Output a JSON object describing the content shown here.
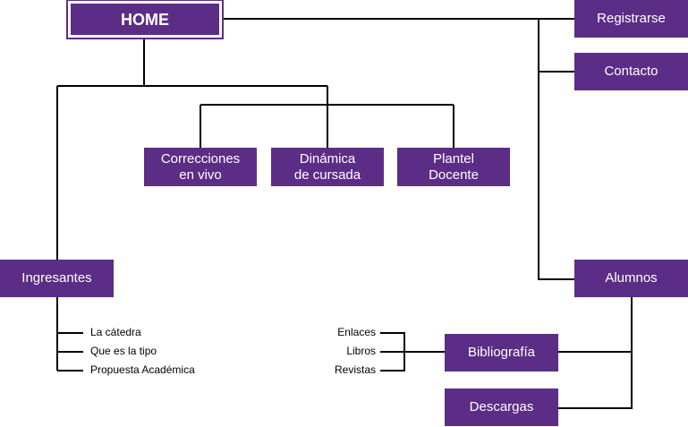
{
  "colors": {
    "node_fill": "#5c2d86",
    "node_text": "#ffffff",
    "line": "#000000"
  },
  "nodes": {
    "home": "HOME",
    "registrarse": "Registrarse",
    "contacto": "Contacto",
    "correcciones": "Correcciones\nen vivo",
    "dinamica": "Dinámica\nde cursada",
    "plantel": "Plantel\nDocente",
    "ingresantes": "Ingresantes",
    "alumnos": "Alumnos",
    "bibliografia": "Bibliografía",
    "descargas": "Descargas"
  },
  "ingresantes_items": [
    "La cátedra",
    "Que es la tipo",
    "Propuesta Académica"
  ],
  "bibliografia_items": [
    "Enlaces",
    "Libros",
    "Revistas"
  ]
}
